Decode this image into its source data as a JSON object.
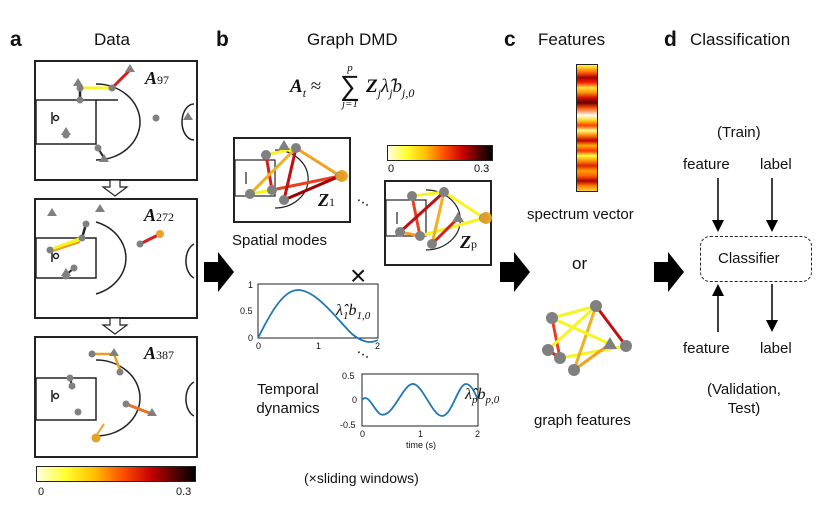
{
  "panels": {
    "a": {
      "letter": "a",
      "title": "Data",
      "matrix_labels": [
        "A",
        "A",
        "A"
      ],
      "matrix_subs": [
        "97",
        "272",
        "387"
      ],
      "colorbar": {
        "min": "0",
        "max": "0.3"
      }
    },
    "b": {
      "letter": "b",
      "title": "Graph DMD",
      "equation": {
        "lhs": "A",
        "sub_t": "t",
        "approx": "≈",
        "sum_top": "p",
        "sum_bottom": "j=1",
        "rhs": "Z",
        "sub_j": "j",
        "lambda": "λ̂",
        "b": "b",
        "b_sub": "j,0"
      },
      "colorbar": {
        "min": "0",
        "max": "0.3"
      },
      "mode_labels": [
        "Z",
        "Z"
      ],
      "mode_subs": [
        "1",
        "p"
      ],
      "spatial_label": "Spatial modes",
      "times_symbol": "×",
      "temporal_label_1": "Temporal",
      "temporal_label_2": "dynamics",
      "dyn1": {
        "label": "λ̂",
        "sub": "1",
        "b": "b",
        "b_sub": "1,0",
        "yticks": [
          "1",
          "0.5",
          "0"
        ],
        "xticks": [
          "0",
          "1",
          "2"
        ]
      },
      "dyn2": {
        "label": "λ̂",
        "sub": "p",
        "b": "b",
        "b_sub": "p,0",
        "yticks": [
          "0.5",
          "0",
          "-0.5"
        ],
        "xticks": [
          "0",
          "1",
          "2"
        ],
        "xlabel": "time (s)"
      },
      "sliding": "(×sliding windows)"
    },
    "c": {
      "letter": "c",
      "title": "Features",
      "spectrum_label": "spectrum vector",
      "or": "or",
      "graph_label": "graph features"
    },
    "d": {
      "letter": "d",
      "title": "Classification",
      "train": "(Train)",
      "feature1": "feature",
      "label1": "label",
      "classifier": "Classifier",
      "feature2": "feature",
      "label2": "label",
      "validation_1": "(Validation,",
      "validation_2": "Test)"
    }
  },
  "colors": {
    "accent_curve": "#1f77b4",
    "node_gray": "#808080",
    "arrow": "#000000"
  }
}
